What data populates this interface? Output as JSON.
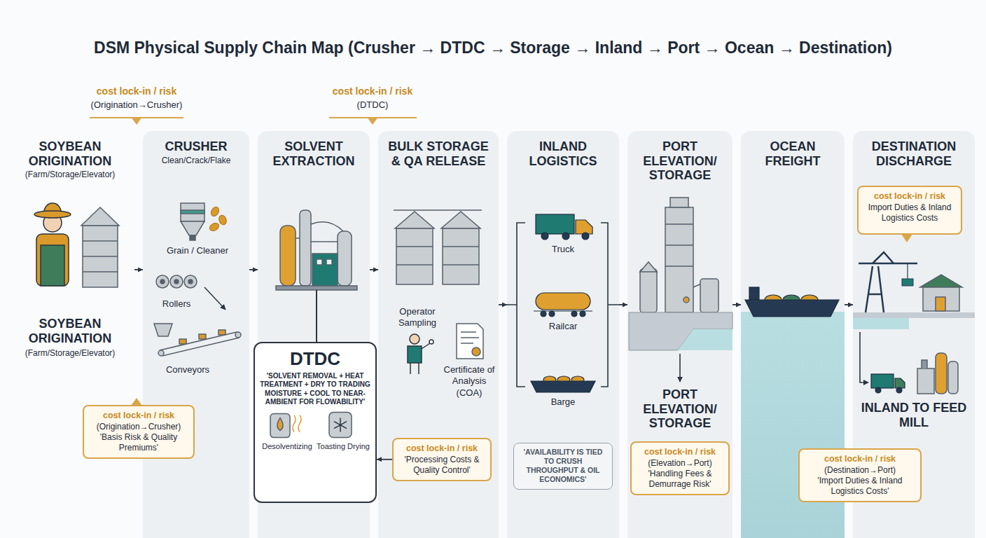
{
  "diagram": {
    "title": "DSM Physical Supply Chain Map (Crusher → DTDC → Storage → Inland → Port → Ocean → Destination)",
    "nodes": [
      {
        "text": [
          "SOYBEAN ORIGINATION",
          "(Farm/Storage/Elevator)"
        ]
      },
      {
        "text": [
          "CRUSHER",
          "Clean/Crack/Flake"
        ]
      },
      {
        "text": [
          "SOLVENT EXTRACTION"
        ]
      },
      {
        "text": [
          "DTDC",
          "'SOLVENT REMOVAL + HEAT TREATMENT + DRY TO TRADING MOISTURE + COOL TO NEAR-AMBIENT FOR FLOWABILITY'",
          "Desolventizing",
          "Toasting Drying"
        ],
        "in": 2
      },
      {
        "text": [
          "BULK STORAGE & QA RELEASE"
        ]
      },
      {
        "text": [
          "cost lock-in / risk",
          "'Processing Costs & Quality Control'"
        ],
        "in": 4
      },
      {
        "text": [
          "INLAND LOGISTICS"
        ]
      },
      {
        "text": [
          "'AVAILABILITY IS TIED TO CRUSH THROUGHPUT & OIL ECONOMICS'"
        ],
        "in": 6
      },
      {
        "text": [
          "PORT ELEVATION/ STORAGE"
        ]
      },
      {
        "text": [
          "cost lock-in / risk",
          "(Elevation→Port)",
          "'Handling Fees & Demurrage Risk'"
        ],
        "in": 8
      },
      {
        "text": [
          "OCEAN FREIGHT"
        ]
      },
      {
        "text": [
          "DESTINATION DISCHARGE"
        ]
      },
      {
        "text": [
          "cost lock-in / risk",
          "Import Duties & Inland Logistics Costs"
        ],
        "in": 11
      },
      {
        "text": [
          "cost lock-in / risk",
          "(Origination→Crusher)",
          "'Basis Risk & Quality Premiums'"
        ]
      },
      {
        "text": [
          "cost lock-in / risk",
          "(Destination→Port)",
          "'Import Duties & Inland Logistics Costs'"
        ]
      }
    ],
    "edges": [
      {
        "from": 0,
        "to": 1,
        "arrow": "to"
      },
      {
        "from": 1,
        "to": 2,
        "arrow": "to"
      },
      {
        "from": 2,
        "to": 4,
        "arrow": "to"
      },
      {
        "from": 4,
        "to": 6,
        "arrow": "to"
      },
      {
        "from": 6,
        "to": 8,
        "arrow": "to"
      },
      {
        "from": 8,
        "to": 10,
        "arrow": "to"
      },
      {
        "from": 10,
        "to": 11,
        "arrow": "to"
      },
      {
        "from": 5,
        "to": 3,
        "arrow": "to"
      }
    ],
    "labels": [
      "SOYBEAN ORIGINATION",
      "(Farm/Storage/Elevator)",
      "cost lock-in / risk",
      "(Origination→Crusher)",
      "cost lock-in / risk",
      "(DTDC)",
      "Grain / Cleaner",
      "Rollers",
      "Conveyors",
      "Operator Sampling",
      "Certificate of Analysis (COA)",
      "Truck",
      "Railcar",
      "Barge",
      "PORT ELEVATION/ STORAGE",
      "INLAND TO FEED MILL"
    ]
  }
}
